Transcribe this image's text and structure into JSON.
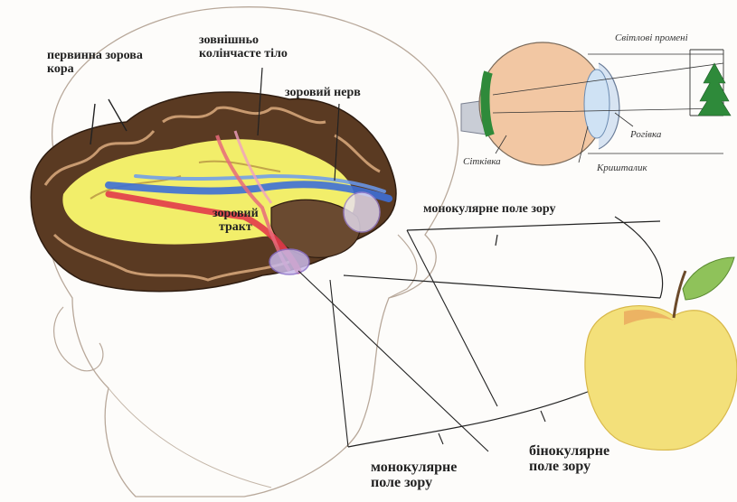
{
  "labels": {
    "primary_visual_cortex": [
      "первинна зорова",
      "кора"
    ],
    "lateral_geniculate_body": [
      "зовнішньо",
      "колінчасте тіло"
    ],
    "optic_nerve": "зоровий нерв",
    "optic_tract": [
      "зоровий",
      "тракт"
    ],
    "monocular_field_top": "монокулярне поле зору",
    "monocular_field_bottom": [
      "монокулярне",
      "поле зору"
    ],
    "binocular_field": [
      "бінокулярне",
      "поле зору"
    ]
  },
  "eye_inset": {
    "light_rays": "Світлові промені",
    "retina": "Сітківка",
    "iris": "Рогівка",
    "lens": "Кришталик"
  },
  "colors": {
    "cortex_gray": "#5a3a22",
    "white_matter": "#f2ee6a",
    "nerve_blue": "#3d6fd6",
    "nerve_red": "#e23a4a",
    "eye_body": "#f2c7a3",
    "retina_green": "#2f8a3a",
    "apple": "#f3e07a",
    "leaf": "#8fc25a"
  }
}
